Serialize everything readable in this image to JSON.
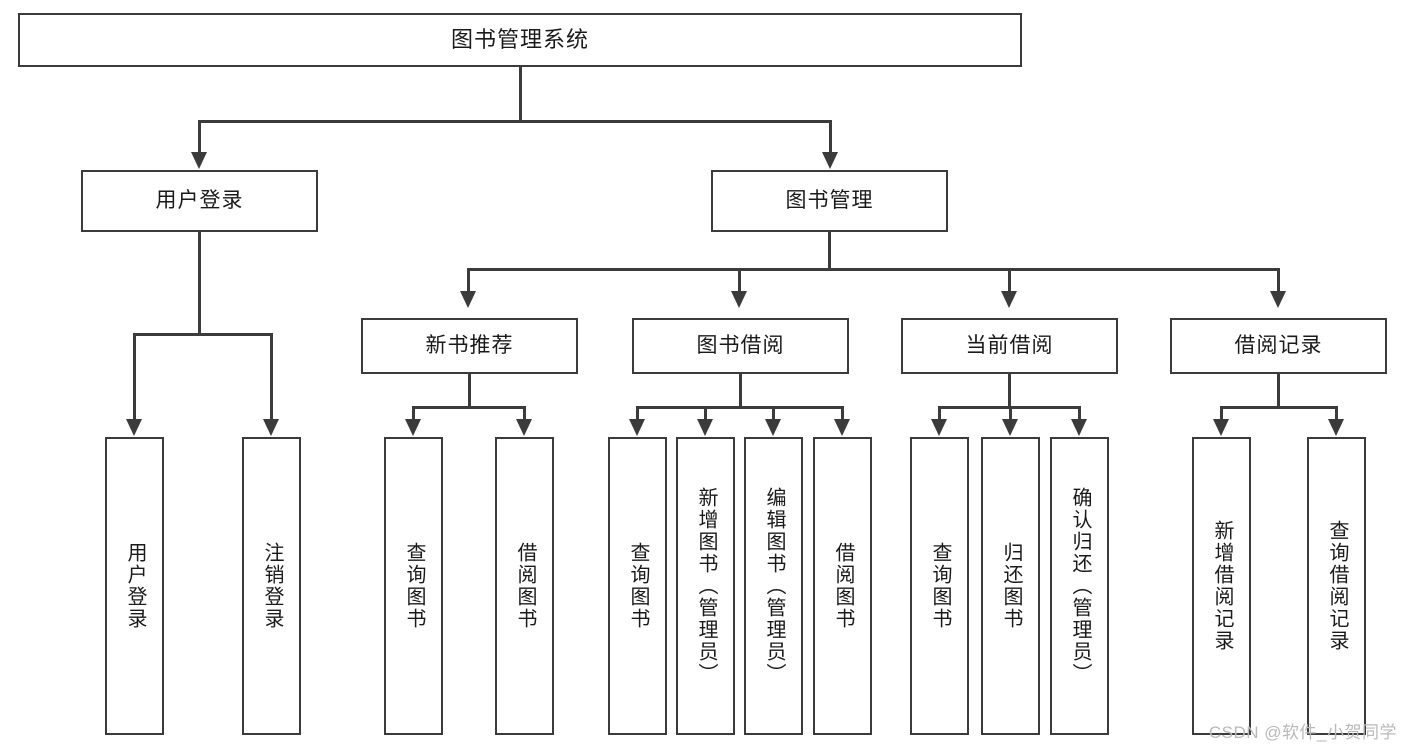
{
  "diagram": {
    "title": "图书管理系统",
    "type": "tree-hierarchy-diagram",
    "colors": {
      "box_border": "#3b3b3b",
      "box_fill": "#ffffff",
      "connector": "#3b3b3b",
      "text": "#1a1a1a",
      "watermark": "#b9b9b9",
      "background": "#ffffff"
    },
    "root": {
      "label": "图书管理系统"
    },
    "level2": [
      {
        "label": "用户登录"
      },
      {
        "label": "图书管理"
      }
    ],
    "level3": [
      {
        "label": "新书推荐"
      },
      {
        "label": "图书借阅"
      },
      {
        "label": "当前借阅"
      },
      {
        "label": "借阅记录"
      }
    ],
    "leaves": {
      "user_login": [
        {
          "label": "用户登录"
        },
        {
          "label": "注销登录"
        }
      ],
      "new_book_recommend": [
        {
          "label": "查询图书"
        },
        {
          "label": "借阅图书"
        }
      ],
      "book_borrow": [
        {
          "label": "查询图书"
        },
        {
          "label": "新增图书（管理员）"
        },
        {
          "label": "编辑图书（管理员）"
        },
        {
          "label": "借阅图书"
        }
      ],
      "current_borrow": [
        {
          "label": "查询图书"
        },
        {
          "label": "归还图书"
        },
        {
          "label": "确认归还（管理员）"
        }
      ],
      "borrow_record": [
        {
          "label": "新增借阅记录"
        },
        {
          "label": "查询借阅记录"
        }
      ]
    }
  },
  "watermark": {
    "text": "CSDN @软件_小贺同学"
  }
}
